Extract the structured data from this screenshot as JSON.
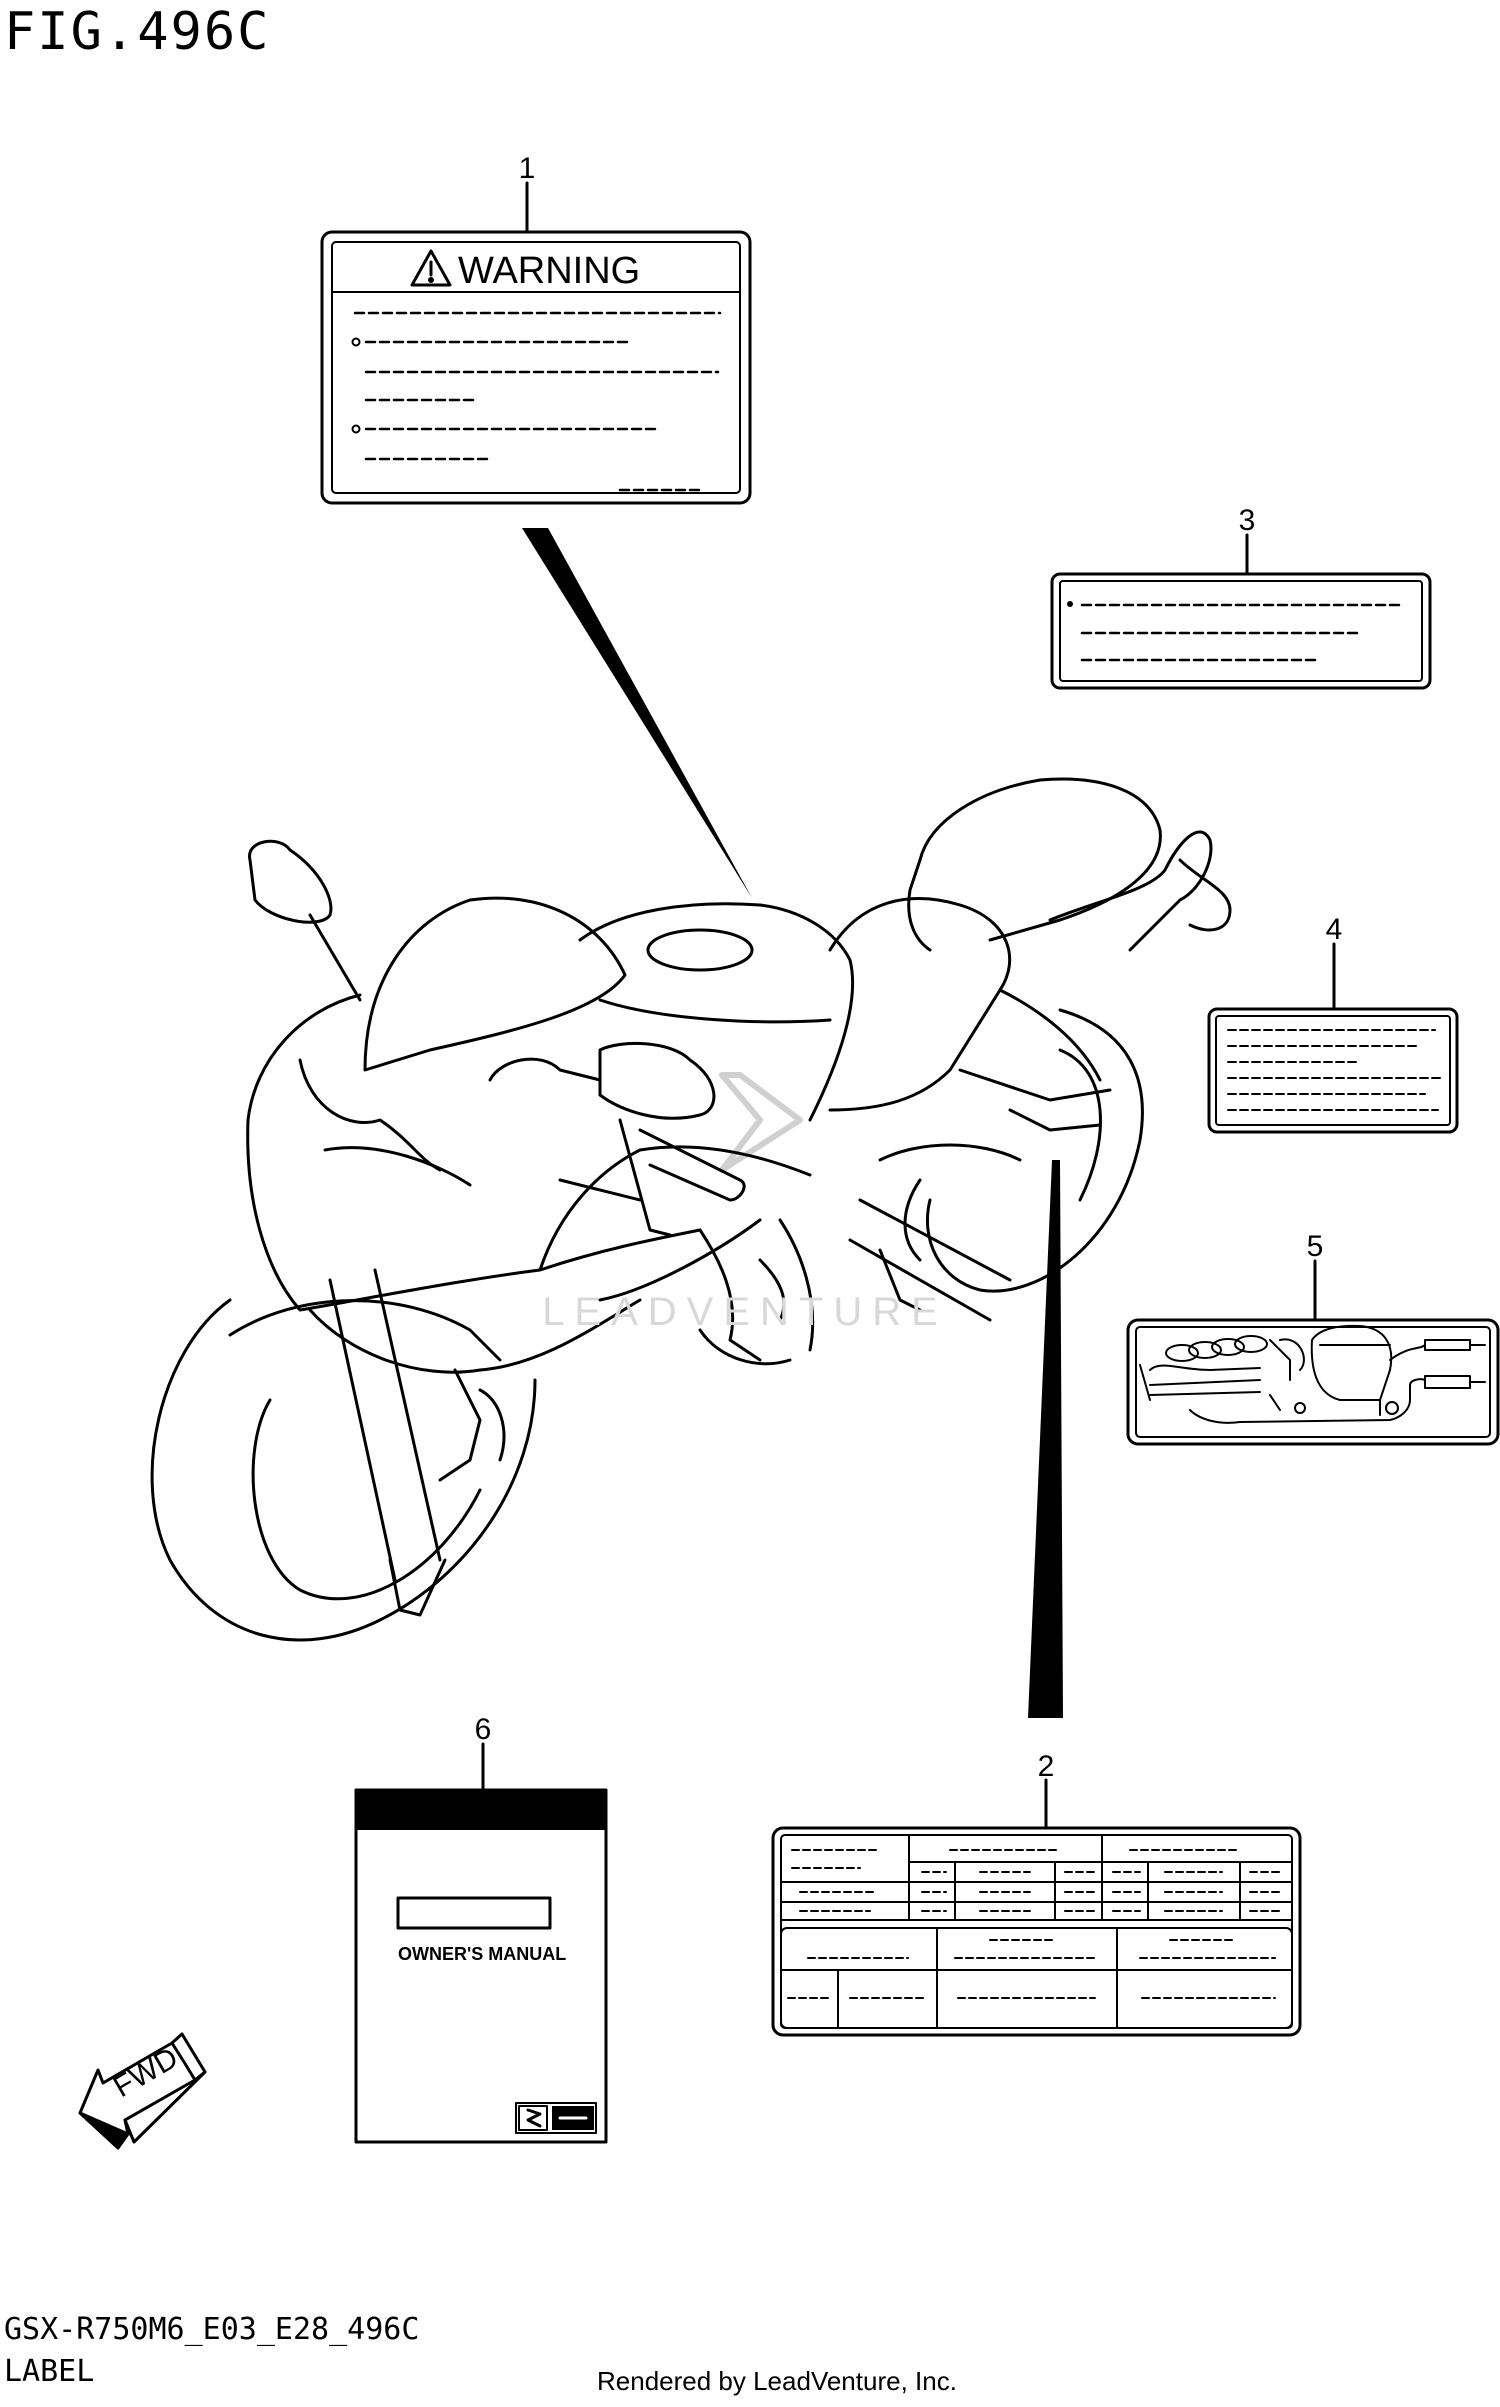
{
  "figure": {
    "title": "FIG.496C",
    "code": "GSX-R750M6_E03_E28_496C",
    "category": "LABEL",
    "rendered_by": "Rendered by LeadVenture, Inc.",
    "watermark": "LEADVENTURE"
  },
  "callouts": [
    {
      "id": "1"
    },
    {
      "id": "2"
    },
    {
      "id": "3"
    },
    {
      "id": "4"
    },
    {
      "id": "5"
    },
    {
      "id": "6"
    }
  ],
  "labels": {
    "warning": {
      "heading": "WARNING",
      "icon": "warning-triangle-icon"
    },
    "manual": {
      "title": "OWNER'S MANUAL",
      "icon": "suzuki-logo-icon"
    },
    "direction": {
      "text": "FWD",
      "icon": "arrow-left-icon"
    }
  }
}
